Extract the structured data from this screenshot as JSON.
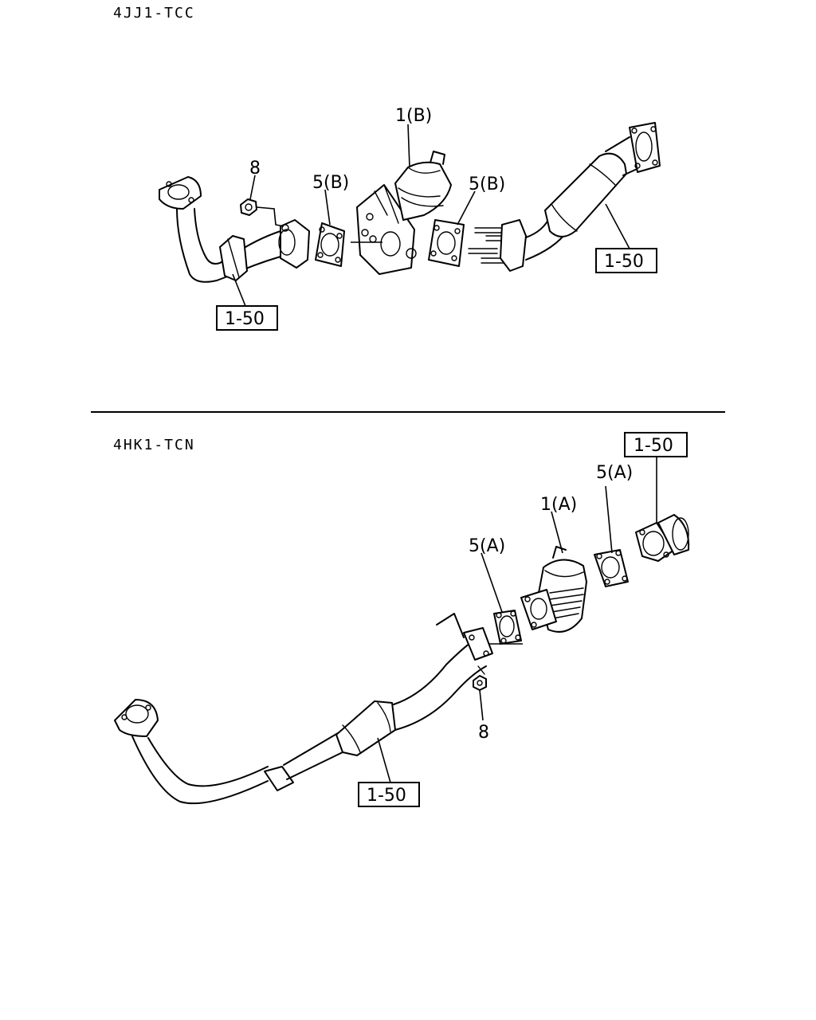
{
  "sections": [
    {
      "engine": "4JJ1-TCC",
      "parts": {
        "egr_valve": "1(B)",
        "nut": "8",
        "gasket_left": "5(B)",
        "gasket_right": "5(B)"
      },
      "refs": {
        "front_pipe": "1-50",
        "rear_pipe": "1-50"
      }
    },
    {
      "engine": "4HK1-TCN",
      "parts": {
        "egr_valve": "1(A)",
        "gasket_upper": "5(A)",
        "gasket_lower": "5(A)",
        "nut": "8"
      },
      "refs": {
        "outlet_pipe": "1-50",
        "front_pipe": "1-50"
      }
    }
  ]
}
